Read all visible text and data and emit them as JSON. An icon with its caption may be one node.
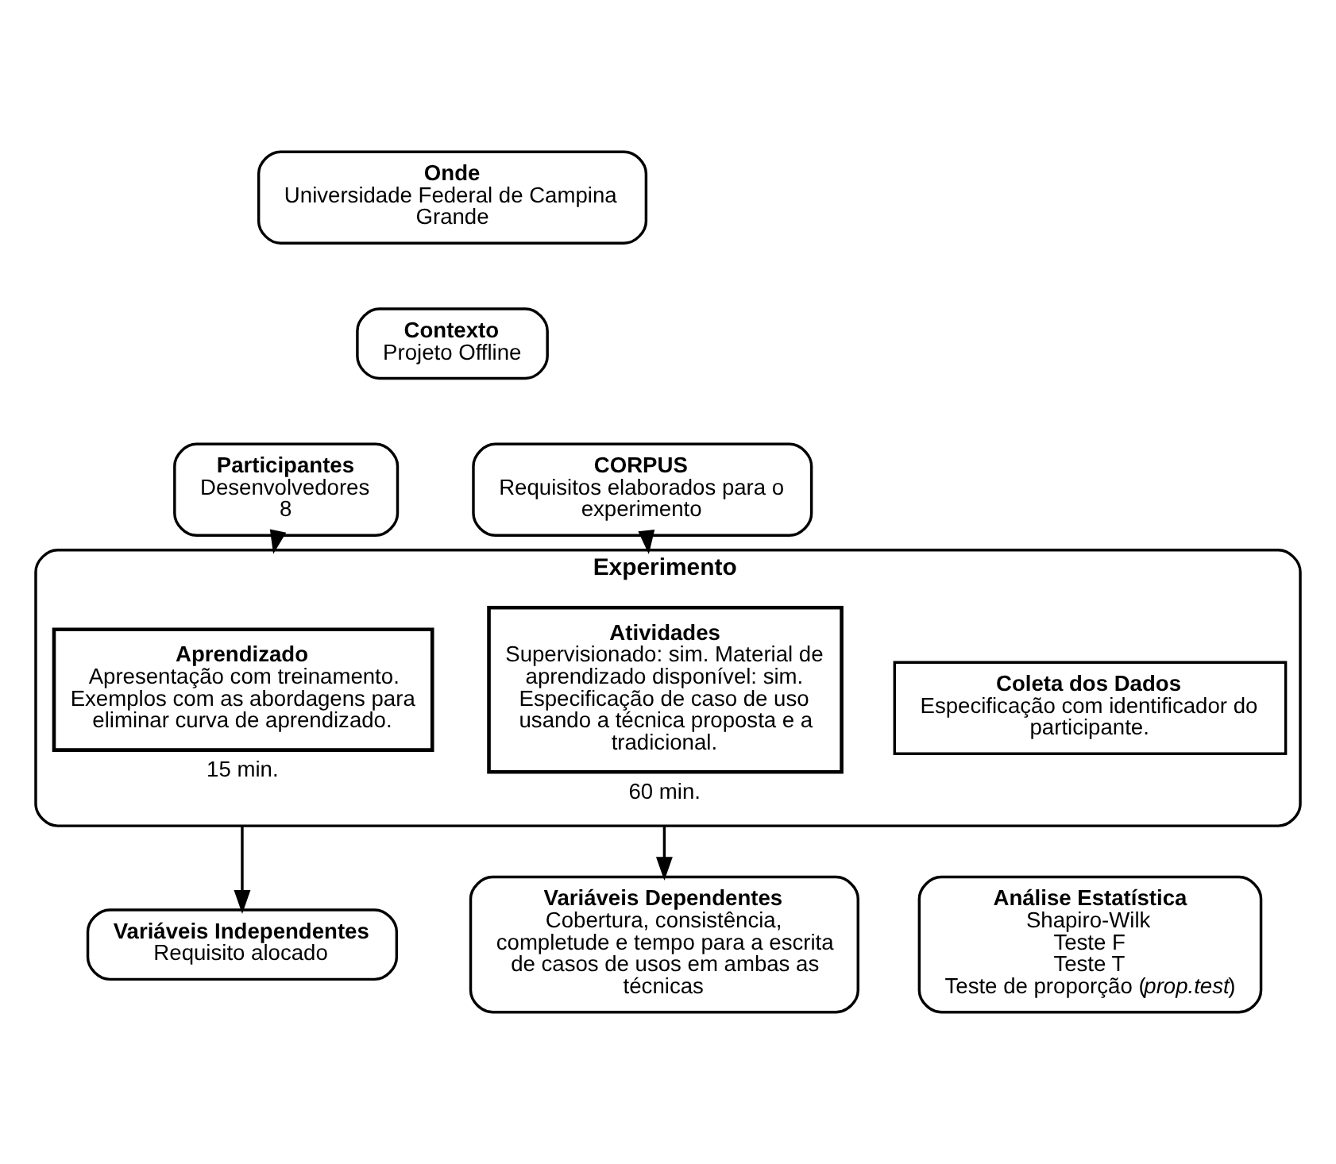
{
  "diagram": {
    "nodes": [
      {
        "text": [
          "Onde",
          "Universidade Federal de Campina Grande"
        ]
      },
      {
        "text": [
          "Contexto",
          "Projeto Offline"
        ]
      },
      {
        "text": [
          "Participantes",
          "Desenvolvedores",
          "8"
        ]
      },
      {
        "text": [
          "CORPUS",
          "Requisitos elaborados para o experimento"
        ]
      },
      {
        "text": [
          "Experimento"
        ]
      },
      {
        "text": [
          "Aprendizado",
          "Apresentação com treinamento. Exemplos com as abordagens para eliminar curva de aprendizado."
        ],
        "in": 4,
        "beside": [
          "15 min."
        ]
      },
      {
        "text": [
          "Atividades",
          "Supervisionado: sim. Material de aprendizado disponível: sim. Especificação de caso de uso usando a técnica proposta e a tradicional."
        ],
        "in": 4,
        "beside": [
          "60 min."
        ]
      },
      {
        "text": [
          "Coleta dos Dados",
          "Especificação com identificador do participante."
        ],
        "in": 4
      },
      {
        "text": [
          "Variáveis Independentes",
          "Requisito alocado"
        ]
      },
      {
        "text": [
          "Variáveis Dependentes",
          "Cobertura, consistência, completude e tempo para a escrita de casos de usos em ambas as técnicas"
        ]
      },
      {
        "text": [
          "Análise Estatística",
          "Shapiro-Wilk",
          "Teste F",
          "Teste T",
          "Teste de proporção (*prop.test*)"
        ]
      }
    ],
    "edges": [
      {
        "from": 2,
        "to": 4,
        "arrow": "to"
      },
      {
        "from": 3,
        "to": 4,
        "arrow": "to"
      },
      {
        "from": 4,
        "to": 8,
        "arrow": "to"
      },
      {
        "from": 4,
        "to": 9,
        "arrow": "to"
      }
    ]
  }
}
